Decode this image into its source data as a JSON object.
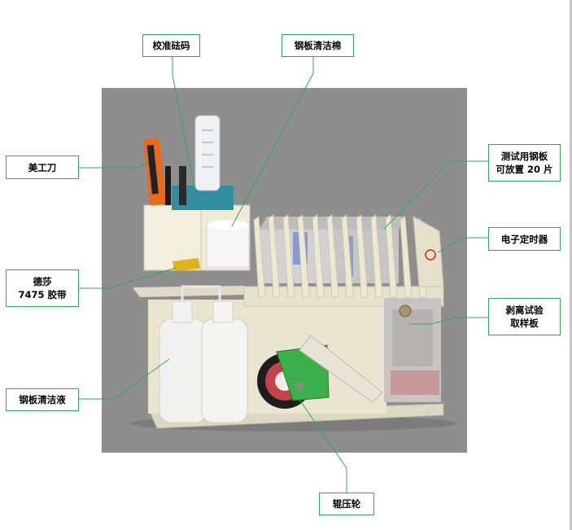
{
  "colors": {
    "callout_border": "#2fa85a",
    "callout_line": "#2fa85a",
    "photo_background": "#8e8e8e",
    "rack_body": "#e9e5cf",
    "roller_frame": "#3bb04a",
    "cutter_orange": "#e86a1a"
  },
  "callouts": {
    "calibration_weight": "校准砝码",
    "cleaning_cotton": "钢板清洁棉",
    "utility_knife": "美工刀",
    "test_plates_line1": "测试用钢板",
    "test_plates_line2": "可放置 20 片",
    "timer": "电子定时器",
    "tesa_line1": "德莎",
    "tesa_line2": "7475 胶带",
    "peel_panel_line1": "剥离试验",
    "peel_panel_line2": "取样板",
    "cleaning_liquid": "钢板清洁液",
    "roller": "辊压轮"
  }
}
